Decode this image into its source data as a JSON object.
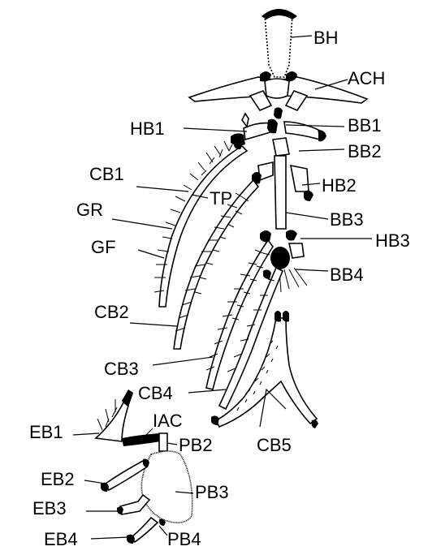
{
  "diagram": {
    "labels": {
      "BH": "BH",
      "ACH": "ACH",
      "HB1": "HB1",
      "BB1": "BB1",
      "BB2": "BB2",
      "CB1": "CB1",
      "TP": "TP",
      "HB2": "HB2",
      "GR": "GR",
      "BB3": "BB3",
      "HB3": "HB3",
      "GF": "GF",
      "BB4": "BB4",
      "CB2": "CB2",
      "CB3": "CB3",
      "CB4": "CB4",
      "IAC": "IAC",
      "EB1": "EB1",
      "PB2": "PB2",
      "CB5": "CB5",
      "EB2": "EB2",
      "PB3": "PB3",
      "EB3": "EB3",
      "EB4": "EB4",
      "PB4": "PB4"
    }
  }
}
